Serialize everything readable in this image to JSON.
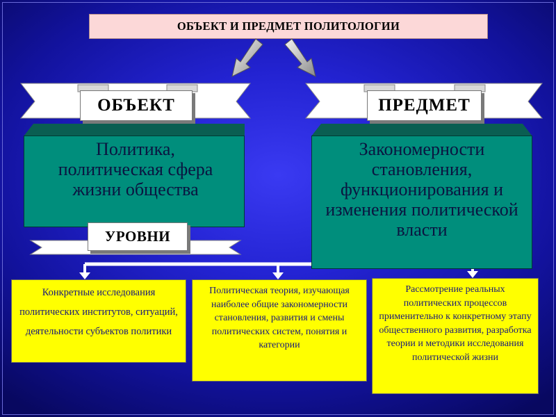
{
  "title": "ОБЪЕКТ И ПРЕДМЕТ ПОЛИТОЛОГИИ",
  "object": {
    "label": "ОБЪЕКТ",
    "text": "Политика, политическая сфера жизни общества"
  },
  "subject": {
    "label": "ПРЕДМЕТ",
    "text": "Закономерности становления, функционирования и изменения политической власти"
  },
  "levels": {
    "label": "УРОВНИ",
    "items": [
      "Конкретные исследования политических институтов, ситуаций, деятельности субъектов политики",
      "Политическая теория, изучающая наиболее общие закономерности становления, развития и смены политических систем, понятия и категории",
      "Рассмотрение реальных политических процессов применительно к конкретному этапу общественного развития, разработка теории и методики исследования политической жизни"
    ]
  },
  "colors": {
    "background": "#2323d2",
    "title_box": "#fcd8d8",
    "teal_block": "#008e7c",
    "level_box": "#ffff00",
    "level_text": "#1a1a7a"
  }
}
